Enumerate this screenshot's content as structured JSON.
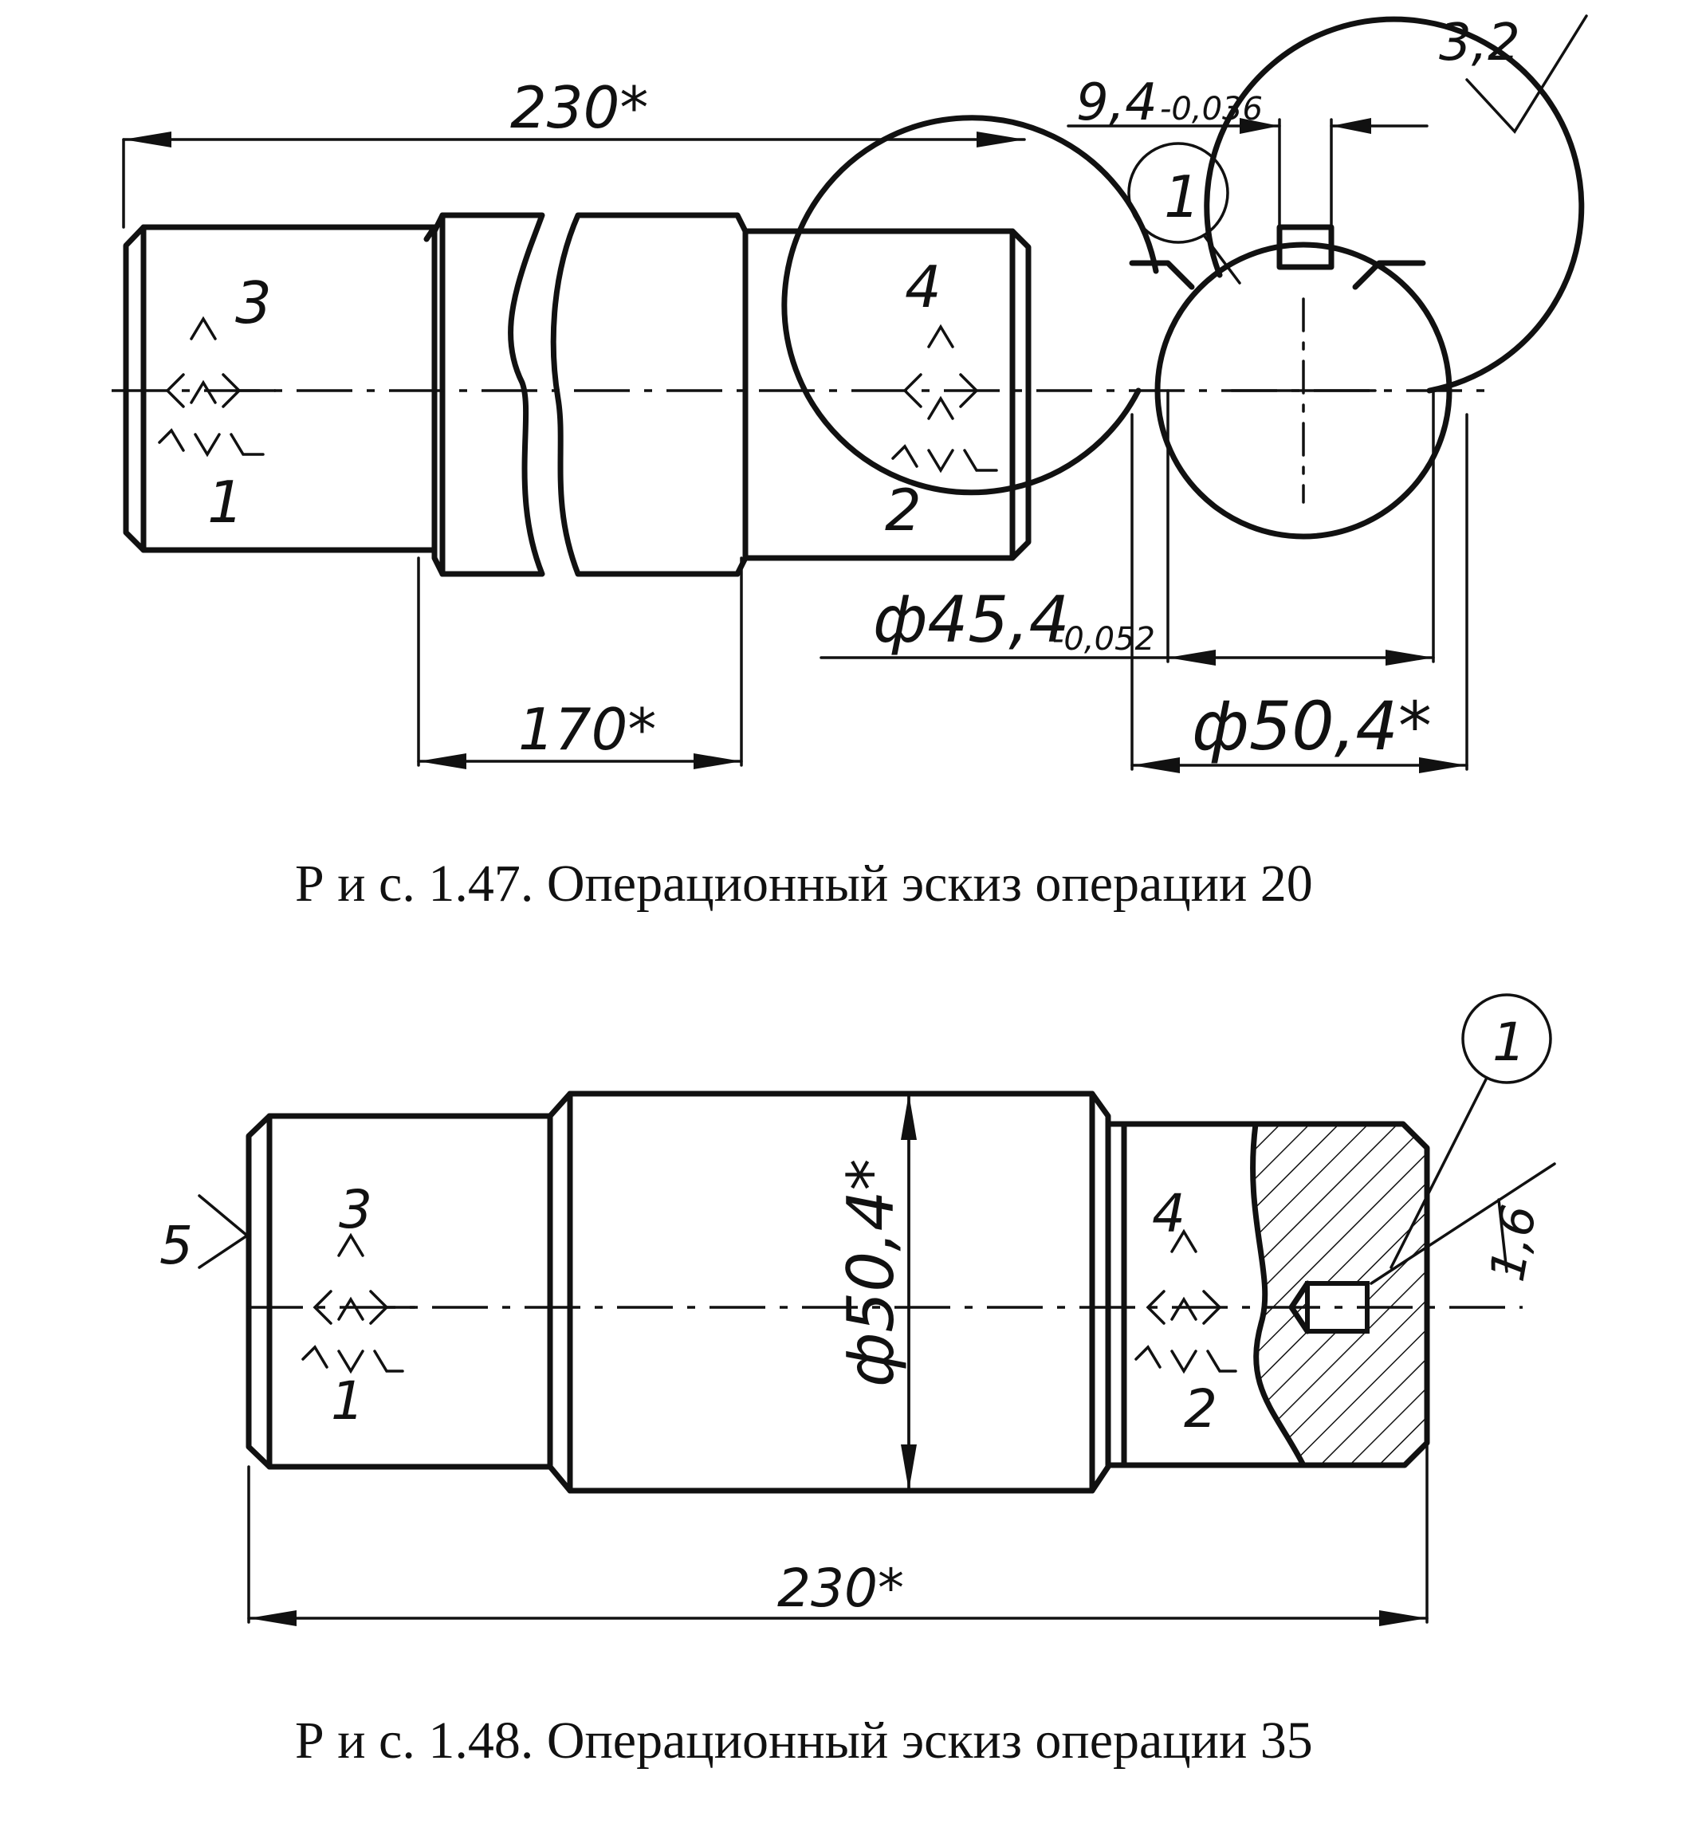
{
  "figure_47": {
    "caption": "Р и с. 1.47. Операционный эскиз операции 20",
    "dims": {
      "length_total": "230*",
      "length_mid": "170*",
      "key_width_main": "9,4",
      "key_width_tol": "-0,036",
      "dia_inner_main": "ф45,4",
      "dia_inner_tol": "-0,052",
      "dia_outer": "ф50,4*",
      "roughness": "3,2"
    },
    "labels": {
      "callout": "1",
      "n1": "1",
      "n2": "2",
      "n3": "3",
      "n4": "4"
    }
  },
  "figure_48": {
    "caption": "Р и с. 1.48. Операционный эскиз операции 35",
    "dims": {
      "length_total": "230*",
      "dia": "ф50,4*",
      "roughness": "1,6"
    },
    "labels": {
      "callout": "1",
      "n1": "1",
      "n2": "2",
      "n3": "3",
      "n4": "4",
      "n5": "5"
    }
  }
}
